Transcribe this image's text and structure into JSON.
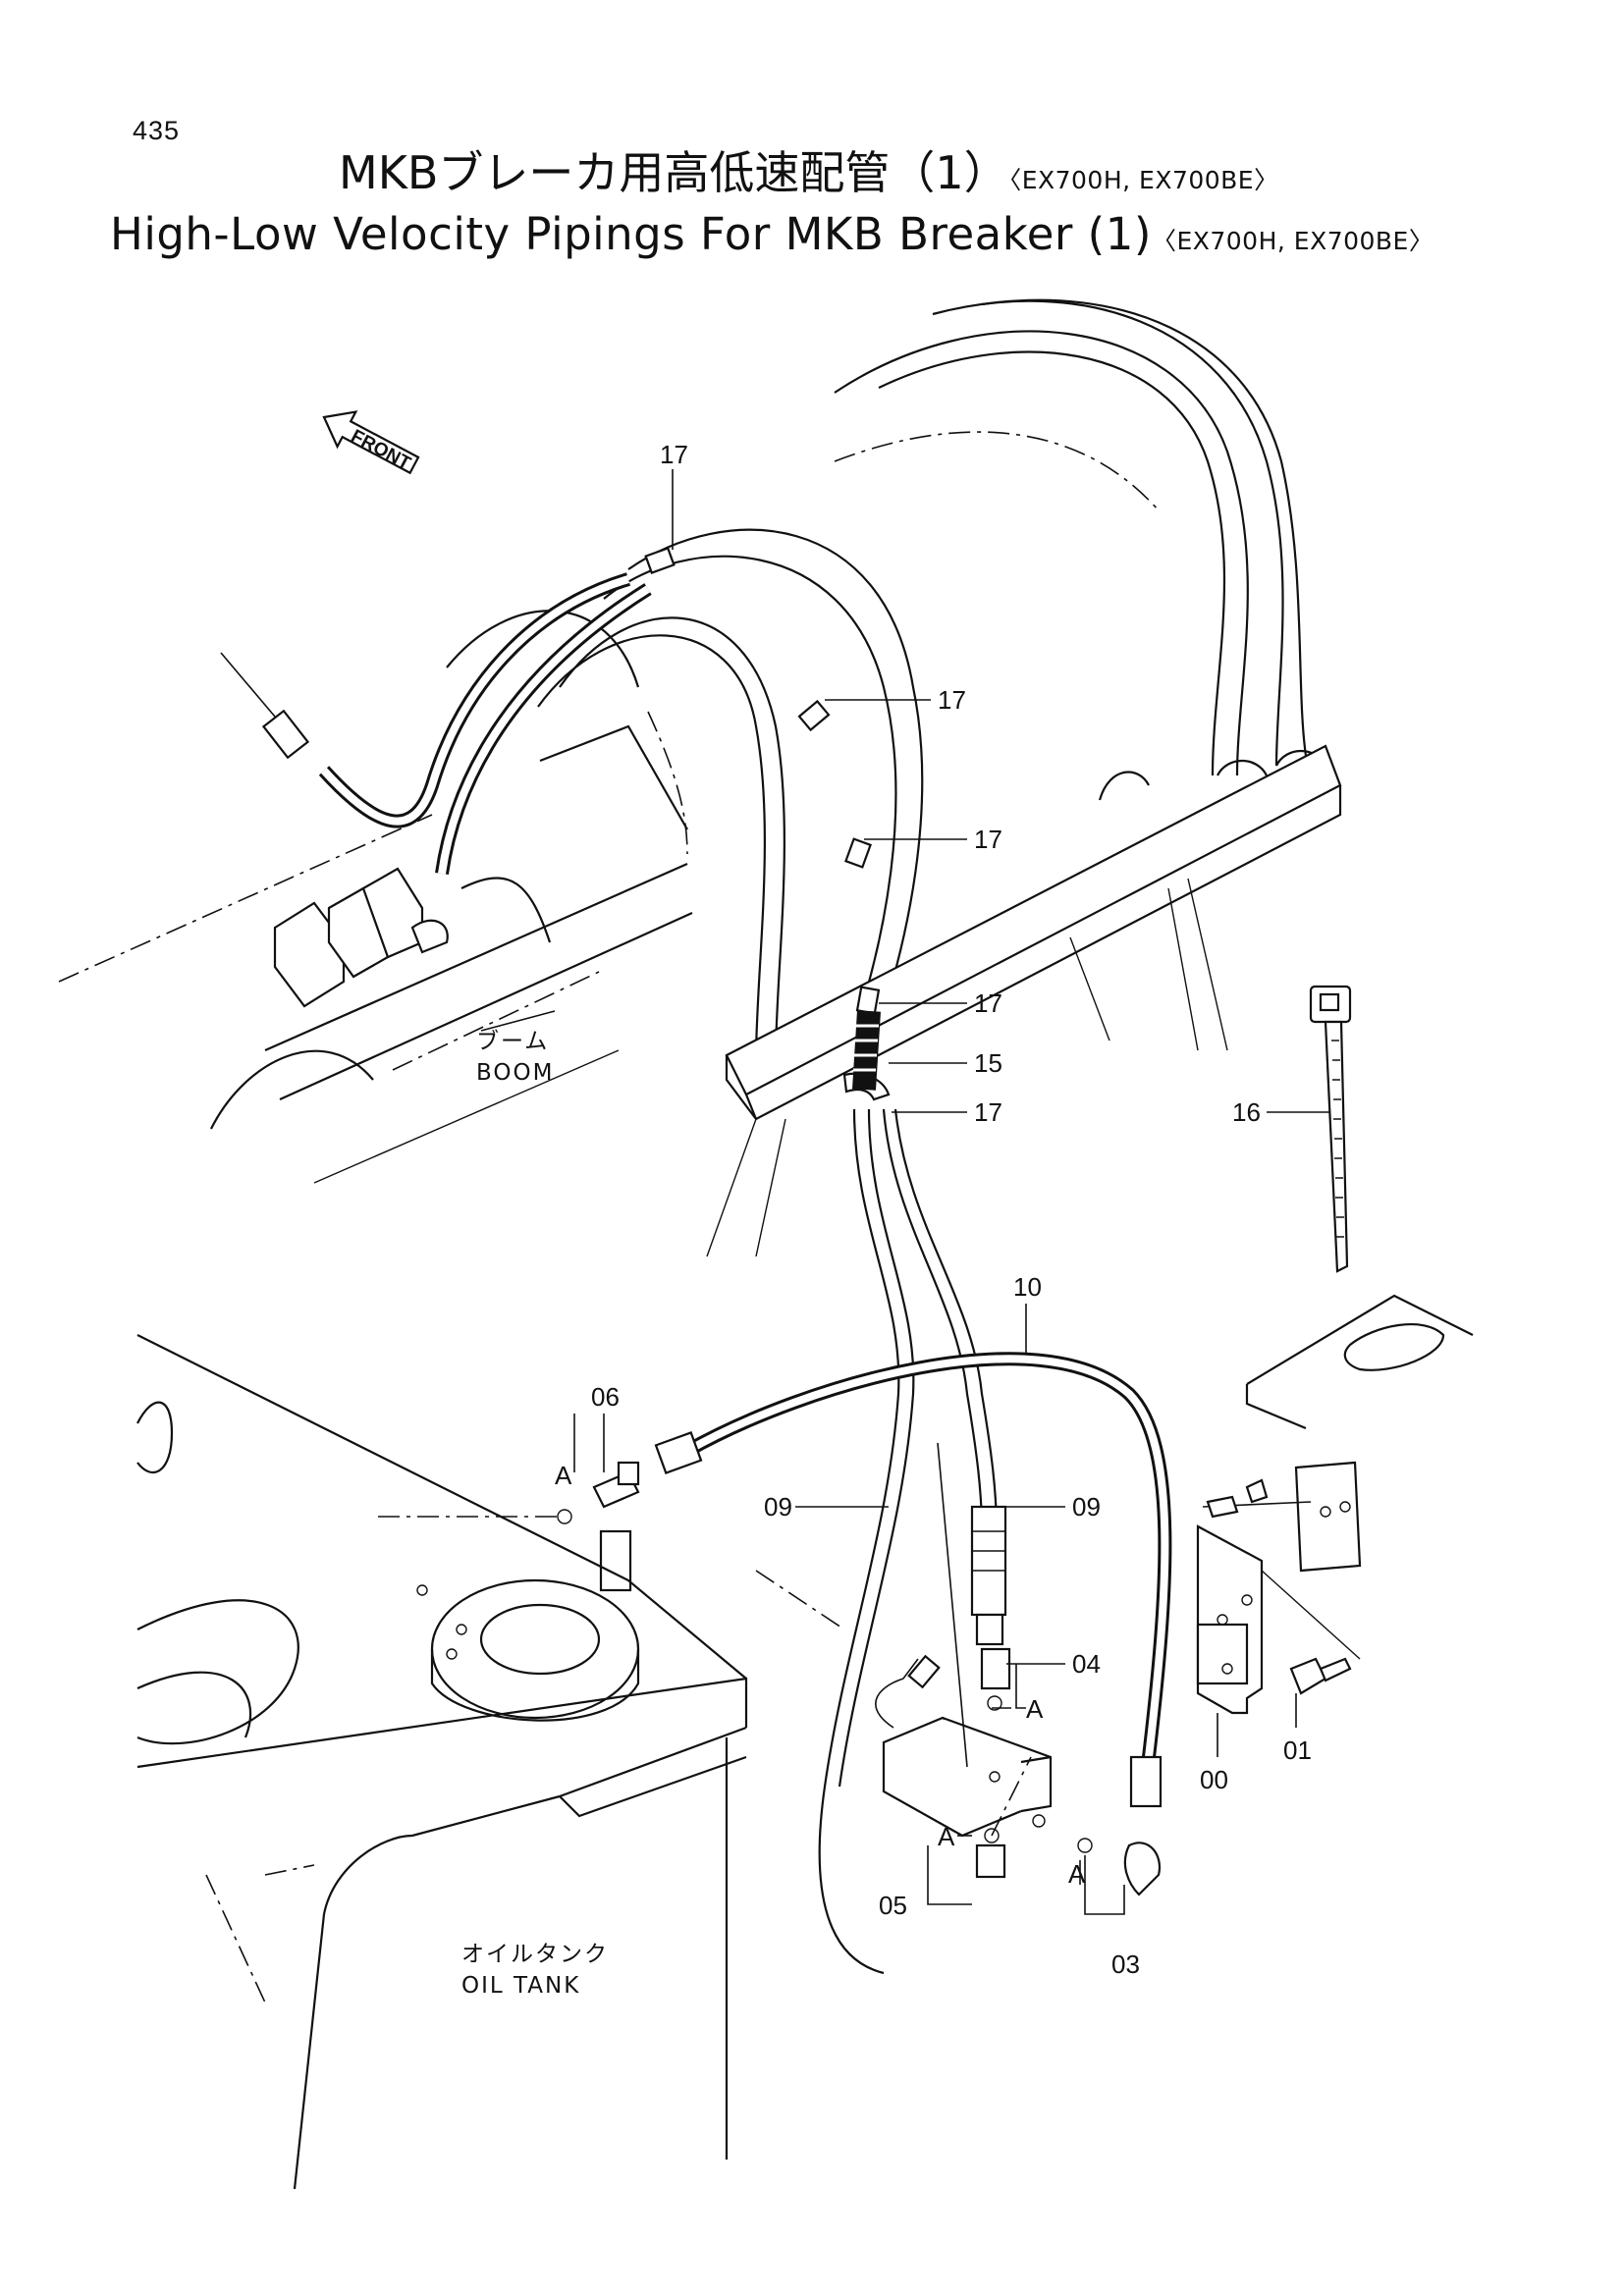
{
  "page": {
    "number": "435"
  },
  "title": {
    "japanese": "MKBブレーカ用高低速配管（1）",
    "english": "High-Low Velocity Pipings For MKB Breaker (1)",
    "models": "〈EX700H, EX700BE〉"
  },
  "labels": {
    "front": "FRONT",
    "boom_jp": "ブーム",
    "boom_en": "BOOM",
    "oil_tank_jp": "オイルタンク",
    "oil_tank_en": "OIL TANK",
    "detail_a": "A"
  },
  "callouts": {
    "p17": "17",
    "p16": "16",
    "p15": "15",
    "p10": "10",
    "p09": "09",
    "p06": "06",
    "p05": "05",
    "p04": "04",
    "p03": "03",
    "p01": "01",
    "p00": "00"
  }
}
